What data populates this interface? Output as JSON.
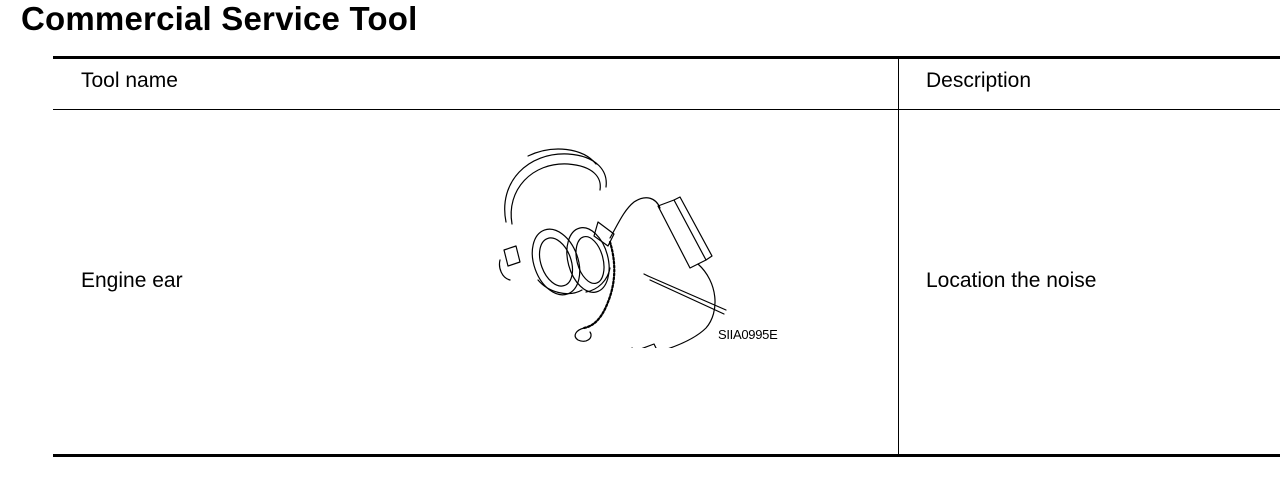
{
  "page_title": "Commercial Service Tool",
  "table": {
    "headers": {
      "tool_name": "Tool name",
      "description": "Description"
    },
    "rows": [
      {
        "tool_name": "Engine ear",
        "figure_code": "SIIA0995E",
        "description": "Location the noise"
      }
    ]
  }
}
